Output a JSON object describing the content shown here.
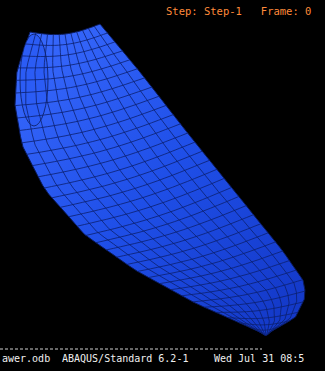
{
  "diagram": {
    "labels": [
      "Step: Step-1   Frame: 0",
      "awer.odb",
      "ABAQUS/Standard 6.2-1",
      "Wed Jul 31 08:5"
    ]
  }
}
